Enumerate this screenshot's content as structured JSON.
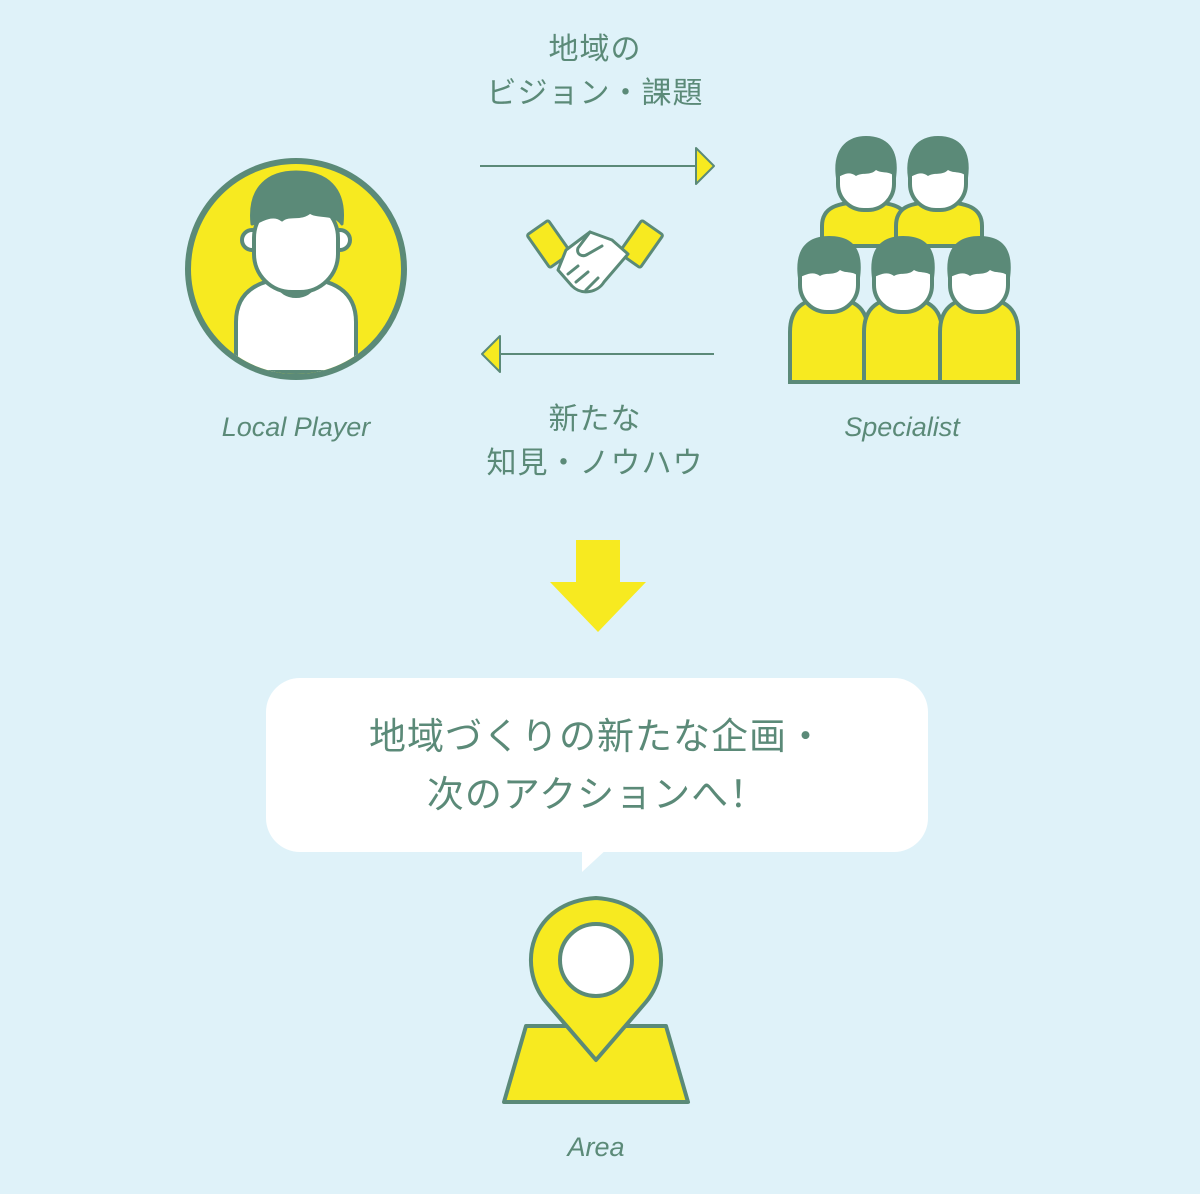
{
  "arrow_top_caption": {
    "line1": "地域の",
    "line2": "ビジョン・課題"
  },
  "arrow_bottom_caption": {
    "line1": "新たな",
    "line2": "知見・ノウハウ"
  },
  "local_player": {
    "label": "Local Player"
  },
  "specialist": {
    "label": "Specialist"
  },
  "outcome": {
    "line1": "地域づくりの新たな企画・",
    "line2": "次のアクションへ！"
  },
  "area": {
    "label": "Area"
  },
  "colors": {
    "background": "#dff2f9",
    "accent_yellow": "#f7ea20",
    "outline_green": "#5b8a78",
    "white": "#ffffff"
  },
  "icons": [
    "person-icon",
    "handshake-icon",
    "group-icon",
    "down-arrow-icon",
    "map-pin-icon"
  ]
}
